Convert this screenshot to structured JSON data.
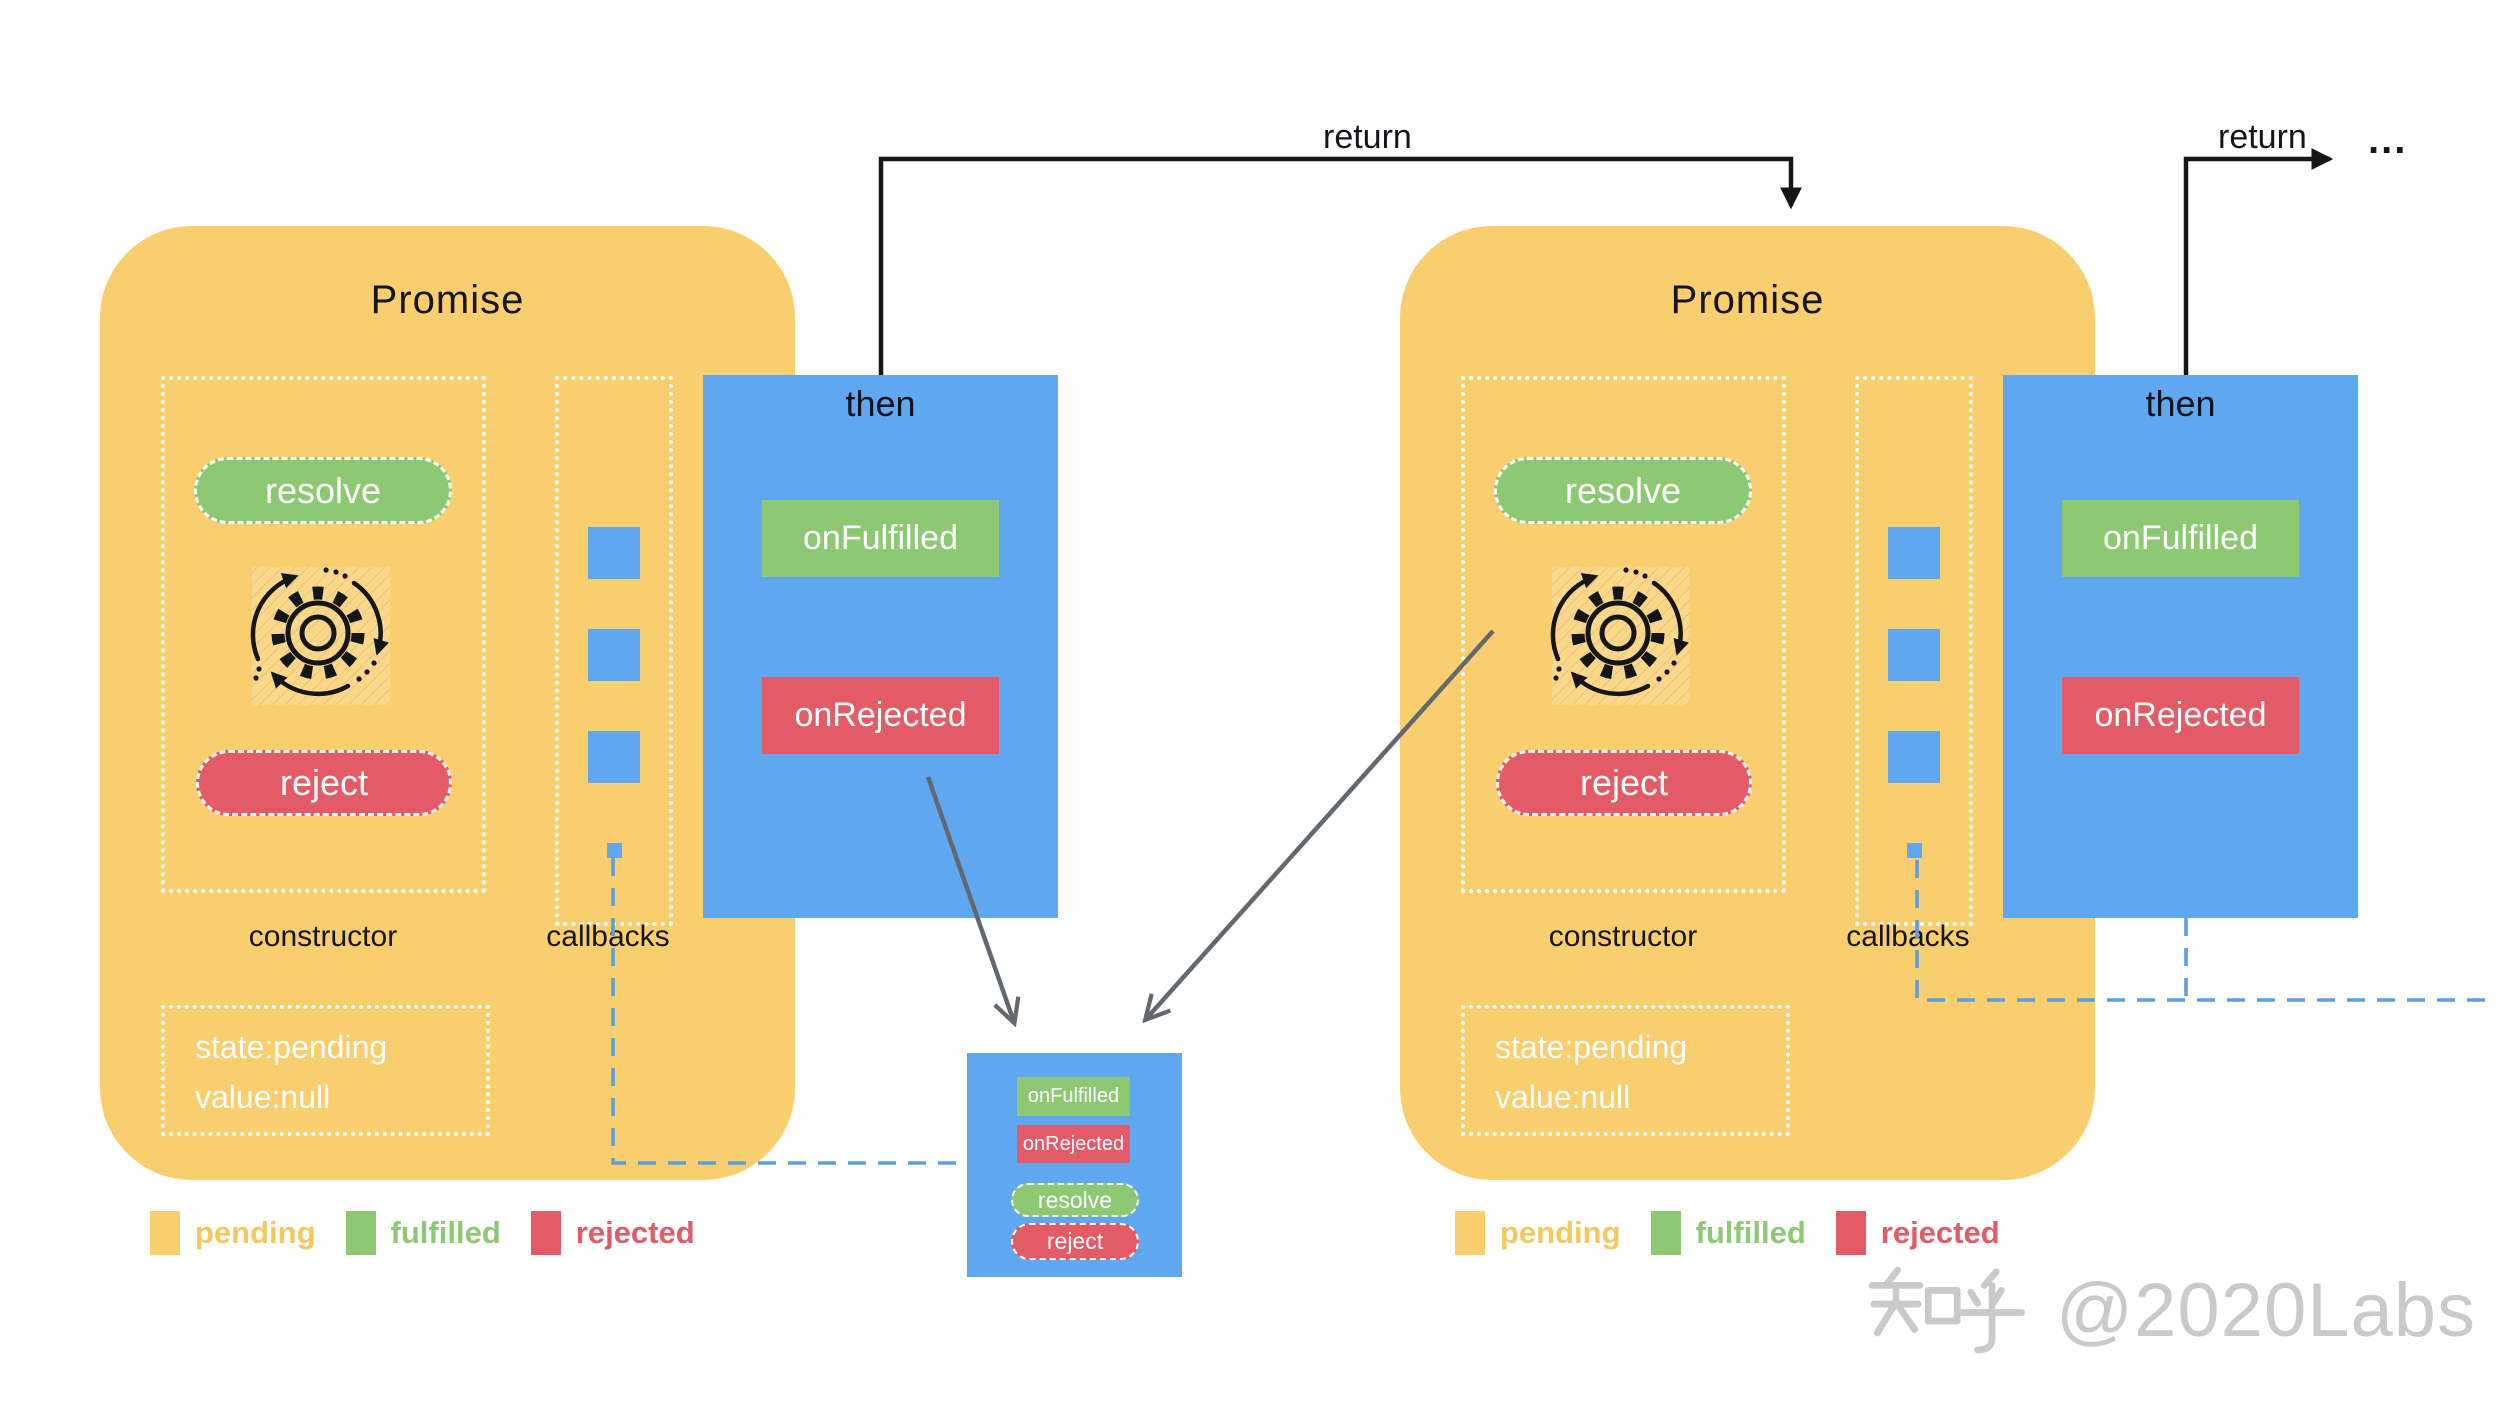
{
  "colors": {
    "pending_yellow": "#F8CE6E",
    "fulfilled_green": "#8DC973",
    "rejected_red": "#E25B67",
    "then_blue": "#5FA8F0",
    "connector_dash_blue": "#5B9FE0",
    "handoff_arrow_gray": "#63686E",
    "watermark_gray": "#C9CACC"
  },
  "promise_left": {
    "title": "Promise",
    "resolve_label": "resolve",
    "reject_label": "reject",
    "constructor_label": "constructor",
    "callbacks_label": "callbacks",
    "state_lines": [
      "state:pending",
      "value:null"
    ]
  },
  "promise_right": {
    "title": "Promise",
    "resolve_label": "resolve",
    "reject_label": "reject",
    "constructor_label": "constructor",
    "callbacks_label": "callbacks",
    "state_lines": [
      "state:pending",
      "value:null"
    ]
  },
  "then_left": {
    "title": "then",
    "on_fulfilled": "onFulfilled",
    "on_rejected": "onRejected"
  },
  "then_right": {
    "title": "then",
    "on_fulfilled": "onFulfilled",
    "on_rejected": "onRejected"
  },
  "chain_box": {
    "on_fulfilled": "onFulfilled",
    "on_rejected": "onRejected",
    "resolve_label": "resolve",
    "reject_label": "reject"
  },
  "annotations": {
    "return_left": "return",
    "return_right": "return",
    "ellipsis": "..."
  },
  "legend": {
    "pending": "pending",
    "fulfilled": "fulfilled",
    "rejected": "rejected"
  },
  "watermark": {
    "text": "知乎 @2020Labs",
    "latin": "@2020Labs"
  }
}
